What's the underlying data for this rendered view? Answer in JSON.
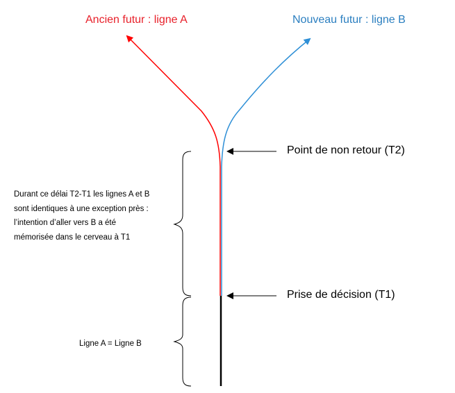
{
  "labels": {
    "line_a_future": "Ancien futur  : ligne A",
    "line_b_future": "Nouveau futur : ligne B",
    "point_of_no_return": "Point de non retour (T2)",
    "decision_point": "Prise de décision (T1)"
  },
  "notes": {
    "delay_lines": [
      "Durant ce délai T2-T1 les lignes A et B",
      "sont identiques à une exception près :",
      "l’intention d’aller vers B a été",
      "mémorisée dans le cerveau à  T1"
    ],
    "equality": "Ligne A = Ligne B"
  },
  "colors": {
    "line_a": "#ff0000",
    "line_b": "#2e8fd6",
    "text_a": "#e8202a",
    "text_b": "#2b7fc0",
    "trunk": "#000000"
  }
}
